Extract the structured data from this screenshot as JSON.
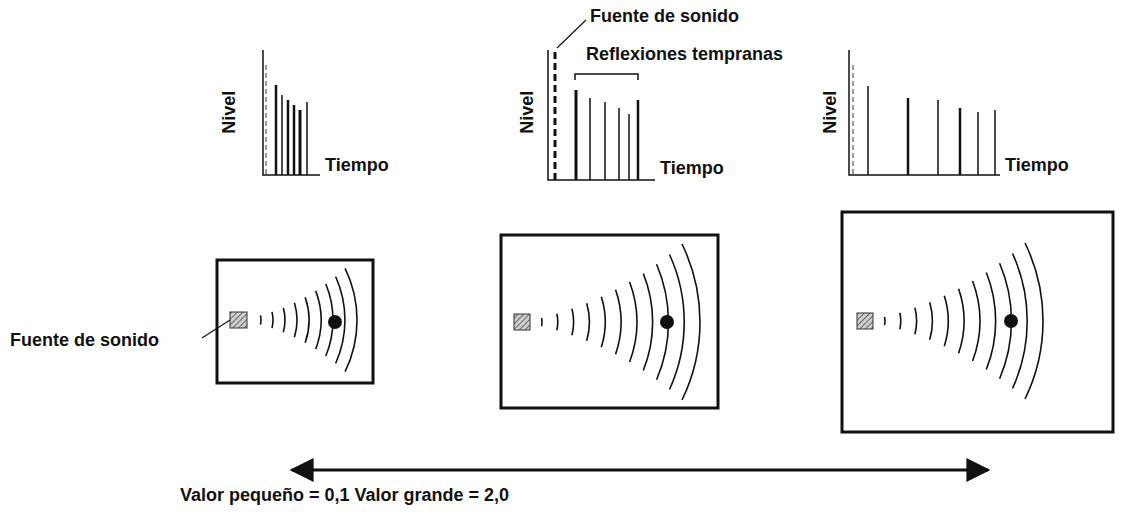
{
  "diagram": {
    "labels": [
      "Fuente de sonido",
      "Reflexiones tempranas",
      "Nivel",
      "Tiempo",
      "Nivel",
      "Tiempo",
      "Nivel",
      "Tiempo",
      "Fuente de sonido",
      "Valor pequeño = 0,1 Valor grande = 2,0"
    ]
  }
}
